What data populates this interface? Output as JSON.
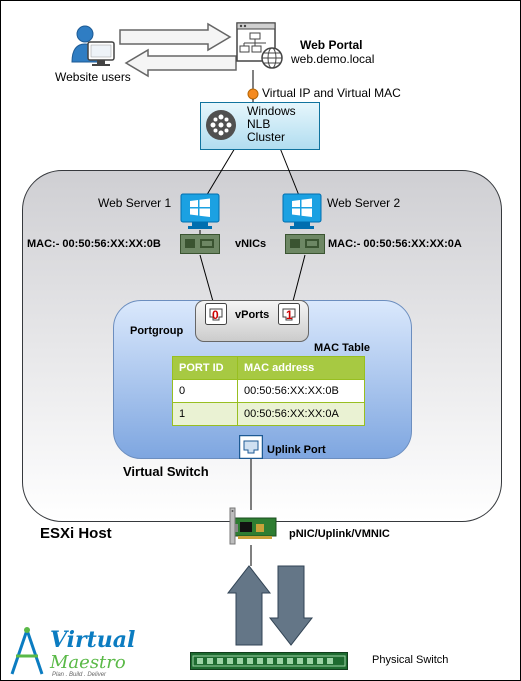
{
  "web_portal": {
    "title": "Web Portal",
    "host": "web.demo.local"
  },
  "users": {
    "label": "Website users"
  },
  "virtual_ip_label": "Virtual IP and Virtual MAC",
  "nlb": {
    "lines": [
      "Windows",
      "NLB",
      "Cluster"
    ]
  },
  "servers": [
    {
      "label": "Web Server 1",
      "mac": "MAC:- 00:50:56:XX:XX:0B",
      "port": "0"
    },
    {
      "label": "Web Server 2",
      "mac": "MAC:- 00:50:56:XX:XX:0A",
      "port": "1"
    }
  ],
  "vnics_label": "vNICs",
  "vports_label": "vPorts",
  "portgroup_label": "Portgroup",
  "mac_table": {
    "title": "MAC Table",
    "headers": [
      "PORT ID",
      "MAC address"
    ],
    "rows": [
      [
        "0",
        "00:50:56:XX:XX:0B"
      ],
      [
        "1",
        "00:50:56:XX:XX:0A"
      ]
    ]
  },
  "uplink_port_label": "Uplink Port",
  "virtual_switch_label": "Virtual Switch",
  "esxi_label": "ESXi Host",
  "pnic_label": "pNIC/Uplink/VMNIC",
  "physical_switch_label": "Physical Switch",
  "logo": {
    "line1": "Virtual",
    "line2": "Maestro",
    "tagline": "Plan . Build . Deliver"
  },
  "colors": {
    "table_header": "#a7c942",
    "nlb_fill": "#b1ddf0",
    "vswitch_fill": "#7ea6e0",
    "windows_blue": "#1ba1e2",
    "vip_dot": "#f58a1f",
    "switch_green": "#1e6b30"
  },
  "icons": [
    "user-computer-icon",
    "web-portal-icon",
    "nlb-cluster-icon",
    "windows-vm-icon",
    "vnic-icon",
    "vport-icon",
    "uplink-port-icon",
    "pnic-card-icon",
    "physical-switch-icon"
  ]
}
